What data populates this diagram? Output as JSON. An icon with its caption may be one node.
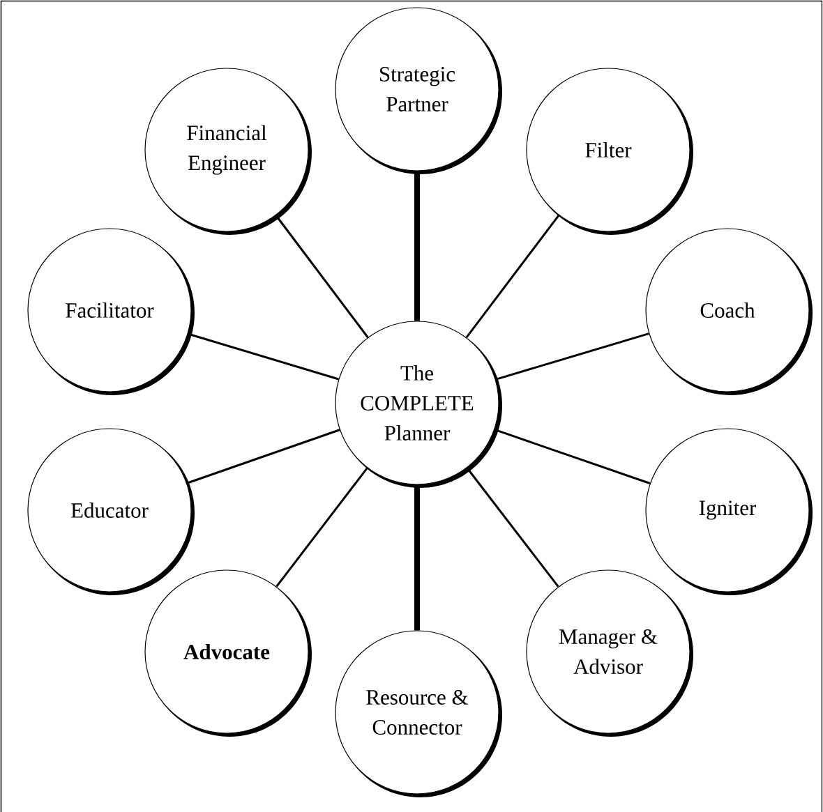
{
  "diagram": {
    "nodes": [
      {
        "text": [
          "The COMPLETE Planner"
        ]
      },
      {
        "text": [
          "Strategic Partner"
        ]
      },
      {
        "text": [
          "Filter"
        ]
      },
      {
        "text": [
          "Coach"
        ]
      },
      {
        "text": [
          "Igniter"
        ]
      },
      {
        "text": [
          "Manager & Advisor"
        ]
      },
      {
        "text": [
          "Resource & Connector"
        ]
      },
      {
        "text": [
          "Advocate"
        ]
      },
      {
        "text": [
          "Educator"
        ]
      },
      {
        "text": [
          "Facilitator"
        ]
      },
      {
        "text": [
          "Financial Engineer"
        ]
      }
    ],
    "edges": [
      {
        "from": 0,
        "to": 1,
        "arrow": "none",
        "style": "thick"
      },
      {
        "from": 0,
        "to": 2,
        "arrow": "none"
      },
      {
        "from": 0,
        "to": 3,
        "arrow": "none"
      },
      {
        "from": 0,
        "to": 4,
        "arrow": "none"
      },
      {
        "from": 0,
        "to": 5,
        "arrow": "none"
      },
      {
        "from": 0,
        "to": 6,
        "arrow": "none",
        "style": "thick"
      },
      {
        "from": 0,
        "to": 7,
        "arrow": "none"
      },
      {
        "from": 0,
        "to": 8,
        "arrow": "none"
      },
      {
        "from": 0,
        "to": 9,
        "arrow": "none"
      },
      {
        "from": 0,
        "to": 10,
        "arrow": "none"
      }
    ]
  }
}
